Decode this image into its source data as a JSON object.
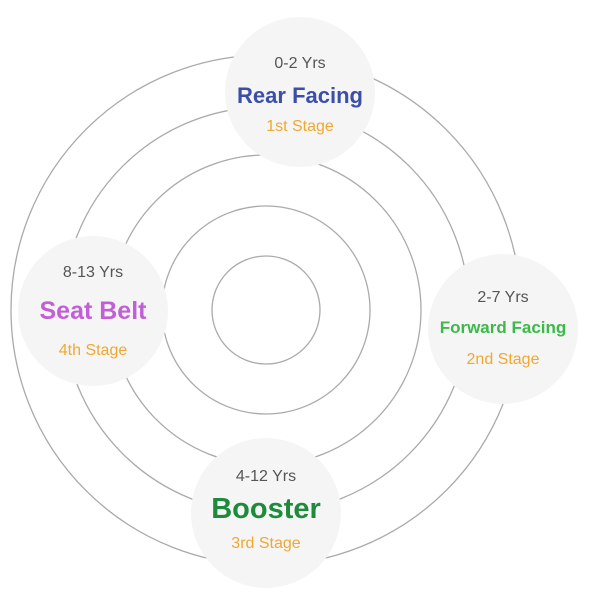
{
  "colors": {
    "ring_stroke": "#aaaaaa",
    "bubble_fill": "#f5f5f5",
    "age_text": "#555555",
    "stage_text": "#f0a830"
  },
  "stages": [
    {
      "age": "0-2 Yrs",
      "name": "Rear Facing",
      "stage": "1st Stage",
      "color": "#3b4fa8"
    },
    {
      "age": "2-7 Yrs",
      "name": "Forward Facing",
      "stage": "2nd Stage",
      "color": "#3db84a"
    },
    {
      "age": "4-12 Yrs",
      "name": "Booster",
      "stage": "3rd Stage",
      "color": "#1e8a3c"
    },
    {
      "age": "8-13 Yrs",
      "name": "Seat Belt",
      "stage": "4th Stage",
      "color": "#c25fd6"
    }
  ]
}
